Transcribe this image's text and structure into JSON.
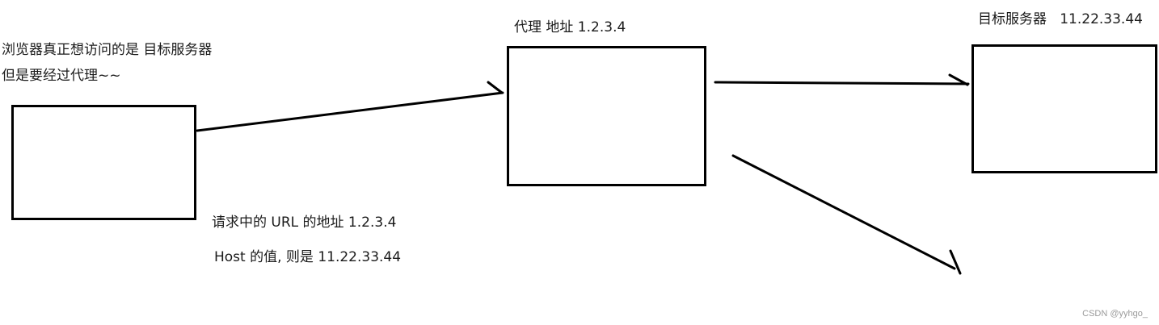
{
  "browser": {
    "note_line1": "浏览器真正想访问的是 目标服务器",
    "note_line2": "但是要经过代理~~"
  },
  "proxy": {
    "label": "代理 地址 1.2.3.4"
  },
  "target_server": {
    "label": "目标服务器   11.22.33.44"
  },
  "request": {
    "url_line": "请求中的 URL 的地址 1.2.3.4",
    "host_line": "Host 的值, 则是 11.22.33.44"
  },
  "watermark": "CSDN @yyhgo_",
  "colors": {
    "stroke": "#000000",
    "background": "#ffffff",
    "watermark": "#9a9a9a"
  }
}
